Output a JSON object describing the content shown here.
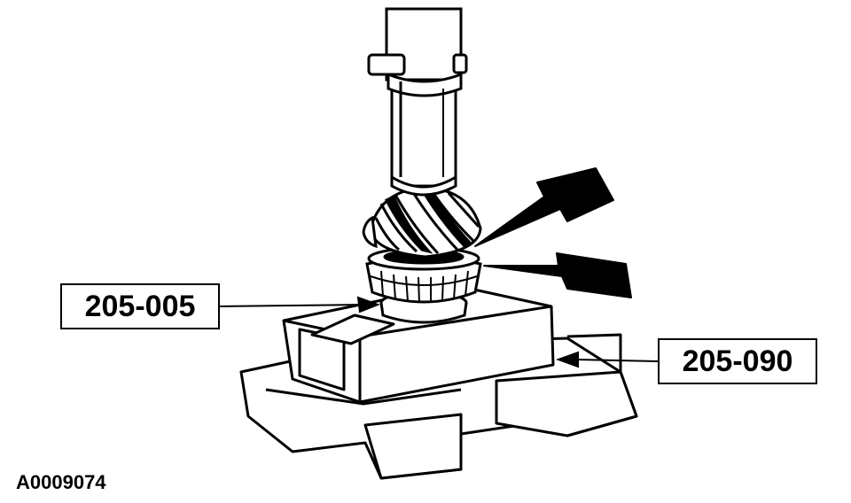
{
  "callouts": {
    "left_label": "205-005",
    "right_label": "205-090"
  },
  "figure_id": "A0009074",
  "colors": {
    "ink": "#000000",
    "paper": "#ffffff"
  }
}
